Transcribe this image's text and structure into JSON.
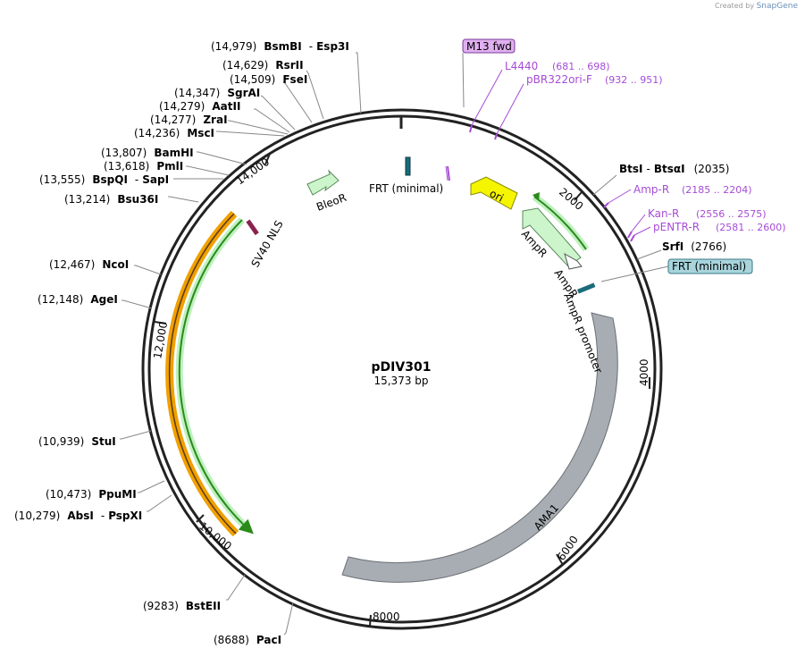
{
  "watermark": {
    "prefix": "Created by",
    "brand": "SnapGene"
  },
  "plasmid": {
    "name": "pDIV301",
    "length_label": "15,373 bp",
    "length": 15373
  },
  "colors": {
    "backbone": "#222222",
    "AMA1": "#a7adb3",
    "ori": "#f5f500",
    "AmpR": "#ccf5cc",
    "BleoR": "#ccf5cc",
    "green_arc": "#2a8a1a",
    "orange_arc": "#f0a000",
    "primer": "#a64cd6",
    "FRT": "#1b6b7a",
    "SV40": "#8a2250",
    "M13_box": "#e0b0f0",
    "FRT_box": "#a8d4dc"
  },
  "scale_ticks": [
    {
      "bp": 14000,
      "label": "14,000"
    },
    {
      "bp": 2000,
      "label": "2000"
    },
    {
      "bp": 4000,
      "label": "4000"
    },
    {
      "bp": 6000,
      "label": "6000"
    },
    {
      "bp": 8000,
      "label": "8000"
    },
    {
      "bp": 10000,
      "label": "10,000"
    },
    {
      "bp": 12000,
      "label": "12,000"
    }
  ],
  "enzymes_left": [
    {
      "pos": "(14,979)",
      "name": "BsmBI",
      "sep": "-",
      "name2": "Esp3I"
    },
    {
      "pos": "(14,629)",
      "name": "RsrII"
    },
    {
      "pos": "(14,509)",
      "name": "FseI"
    },
    {
      "pos": "(14,347)",
      "name": "SgrAI"
    },
    {
      "pos": "(14,279)",
      "name": "AatII"
    },
    {
      "pos": "(14,277)",
      "name": "ZraI"
    },
    {
      "pos": "(14,236)",
      "name": "MscI"
    },
    {
      "pos": "(13,807)",
      "name": "BamHI"
    },
    {
      "pos": "(13,618)",
      "name": "PmlI"
    },
    {
      "pos": "(13,555)",
      "name": "BspQI",
      "sep": "-",
      "name2": "SapI"
    },
    {
      "pos": "(13,214)",
      "name": "Bsu36I"
    },
    {
      "pos": "(12,467)",
      "name": "NcoI"
    },
    {
      "pos": "(12,148)",
      "name": "AgeI"
    },
    {
      "pos": "(10,939)",
      "name": "StuI"
    },
    {
      "pos": "(10,473)",
      "name": "PpuMI"
    },
    {
      "pos": "(10,279)",
      "name": "AbsI",
      "sep": "-",
      "name2": "PspXI"
    },
    {
      "pos": "(9283)",
      "name": "BstEII"
    },
    {
      "pos": "(8688)",
      "name": "PacI"
    }
  ],
  "enzymes_right": [
    {
      "name": "BtsI",
      "sep": "-",
      "name2": "BtsαI",
      "pos": "(2035)"
    },
    {
      "name": "SrfI",
      "pos": "(2766)"
    }
  ],
  "primers": [
    {
      "name": "M13 fwd",
      "boxed": true
    },
    {
      "name": "L4440",
      "range": "(681 .. 698)"
    },
    {
      "name": "pBR322ori-F",
      "range": "(932 .. 951)"
    },
    {
      "name": "Amp-R",
      "range": "(2185 .. 2204)"
    },
    {
      "name": "Kan-R",
      "range": "(2556 .. 2575)"
    },
    {
      "name": "pENTR-R",
      "range": "(2581 .. 2600)"
    }
  ],
  "features": {
    "ori": "ori",
    "AmpR": "AmpR",
    "AmpR_small": "AmpR",
    "AmpR_promoter": "AmpR promoter",
    "FRT_top": "FRT (minimal)",
    "FRT_right": "FRT (minimal)",
    "BleoR": "BleoR",
    "SV40": "SV40 NLS",
    "AMA1": "AMA1"
  }
}
